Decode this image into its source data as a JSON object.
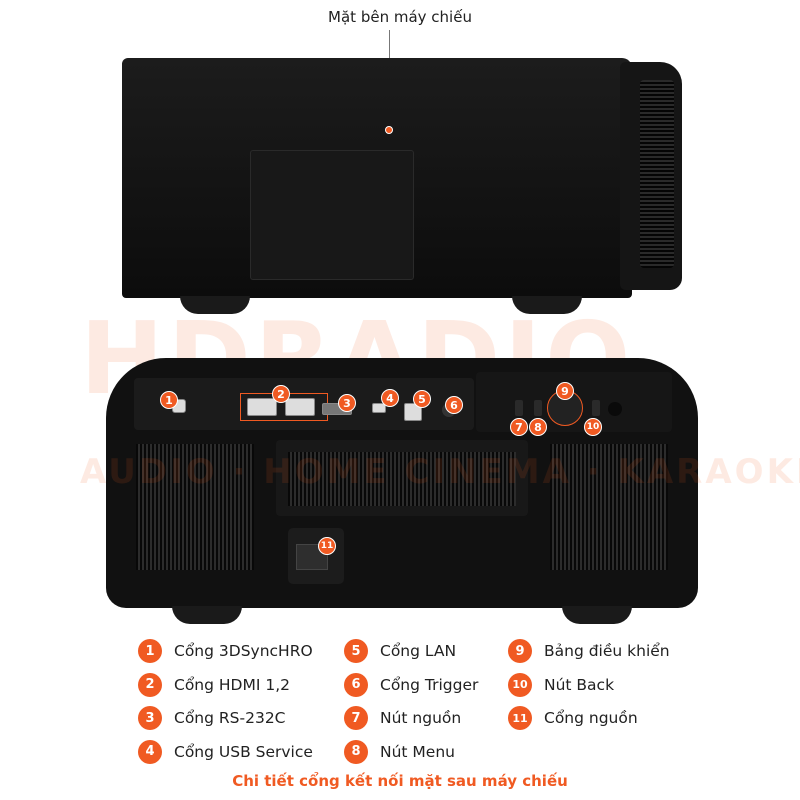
{
  "side_view_label": "Mặt bên máy chiếu",
  "watermark": {
    "logo": "HDRADIO",
    "tagline": "AUDIO · HOME CINEMA · KARAOKE"
  },
  "accent_color": "#f05a22",
  "legend": [
    {
      "num": "1",
      "label": "Cổng 3DSyncHRO"
    },
    {
      "num": "2",
      "label": "Cổng HDMI 1,2"
    },
    {
      "num": "3",
      "label": "Cổng RS-232C"
    },
    {
      "num": "4",
      "label": "Cổng USB Service"
    },
    {
      "num": "5",
      "label": "Cổng LAN"
    },
    {
      "num": "6",
      "label": "Cổng Trigger"
    },
    {
      "num": "7",
      "label": "Nút nguồn"
    },
    {
      "num": "8",
      "label": "Nút Menu"
    },
    {
      "num": "9",
      "label": "Bảng điều khiển"
    },
    {
      "num": "10",
      "label": "Nút Back"
    },
    {
      "num": "11",
      "label": "Cổng nguồn"
    }
  ],
  "caption": "Chi tiết cổng kết nối mặt sau máy chiếu"
}
